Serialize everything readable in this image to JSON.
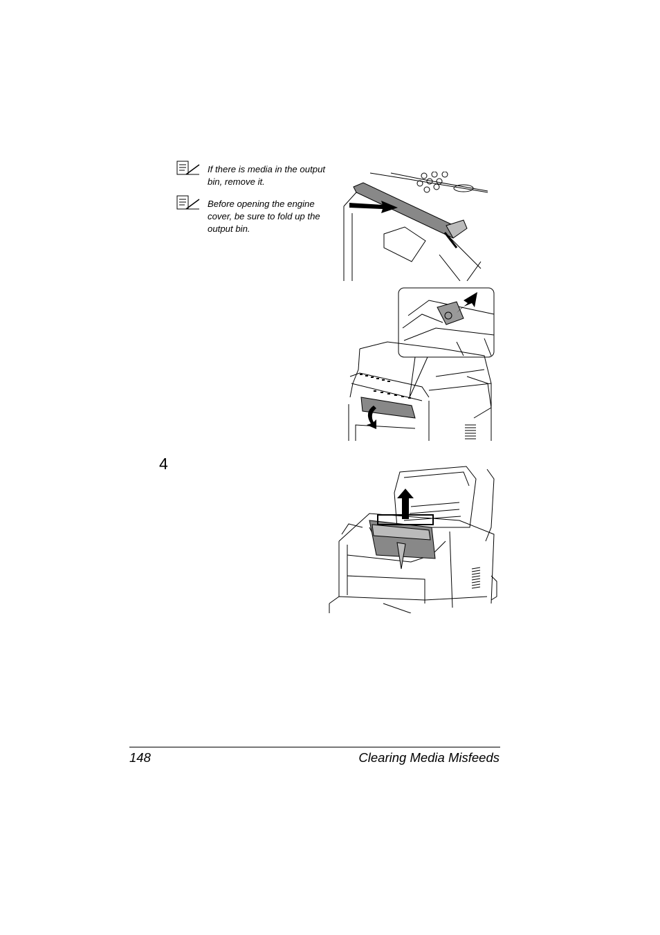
{
  "notes": [
    {
      "icon": "note-pencil-icon",
      "text": "If there is media in the output bin, remove it."
    },
    {
      "icon": "note-pencil-icon",
      "text": "Before opening the engine cover, be sure to fold up the output bin."
    }
  ],
  "step": {
    "number": "4"
  },
  "footer": {
    "page_number": "148",
    "section_title": "Clearing Media Misfeeds"
  }
}
